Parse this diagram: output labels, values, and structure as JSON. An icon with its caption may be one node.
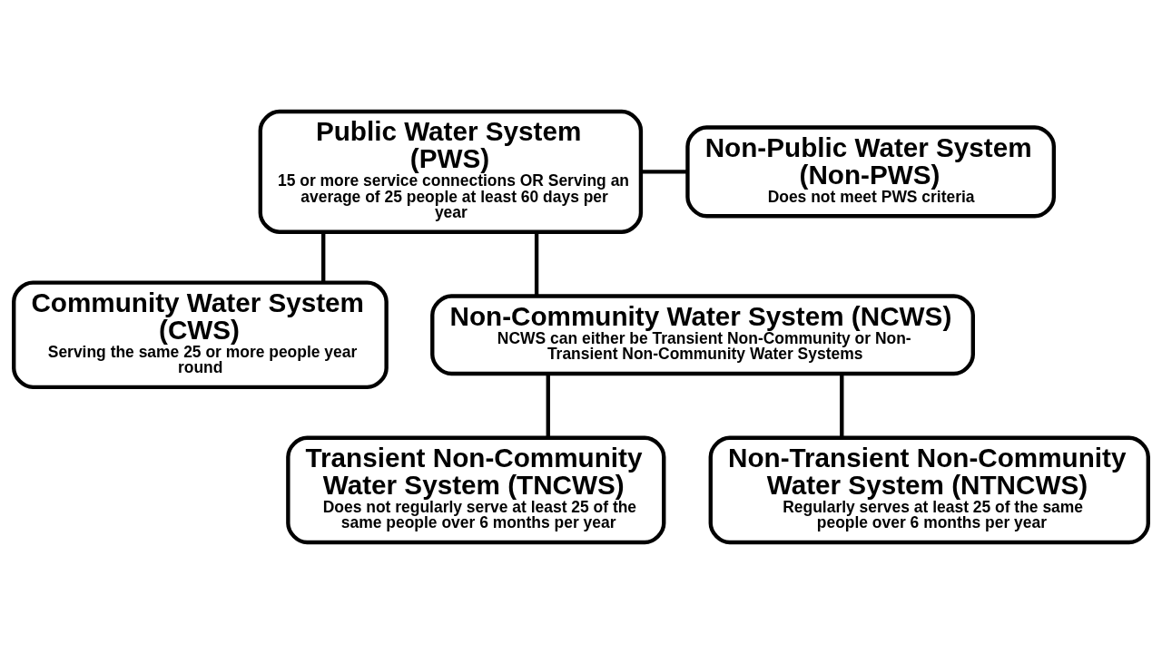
{
  "diagram": {
    "nodes": [
      {
        "text": [
          "Public Water System (PWS)",
          "15 or more service connections OR Serving an average of 25 people at least 60 days per year"
        ]
      },
      {
        "text": [
          "Non-Public Water System (Non-PWS)",
          "Does not meet PWS criteria"
        ]
      },
      {
        "text": [
          "Community Water System (CWS)",
          "Serving the same 25 or more people year round"
        ]
      },
      {
        "text": [
          "Non-Community Water System (NCWS)",
          "NCWS can either be Transient Non-Community or Non-Transient Non-Community Water Systems"
        ]
      },
      {
        "text": [
          "Transient Non-Community Water System (TNCWS)",
          "Does not regularly serve at least 25 of the same people over 6 months per year"
        ]
      },
      {
        "text": [
          "Non-Transient Non-Community Water System (NTNCWS)",
          "Regularly serves at least 25 of the same people over 6 months per year"
        ]
      }
    ],
    "edges": [
      {
        "from": 0,
        "to": 1,
        "arrow": "none"
      },
      {
        "from": 0,
        "to": 2,
        "arrow": "none"
      },
      {
        "from": 0,
        "to": 3,
        "arrow": "none"
      },
      {
        "from": 3,
        "to": 4,
        "arrow": "none"
      },
      {
        "from": 3,
        "to": 5,
        "arrow": "none"
      }
    ]
  }
}
